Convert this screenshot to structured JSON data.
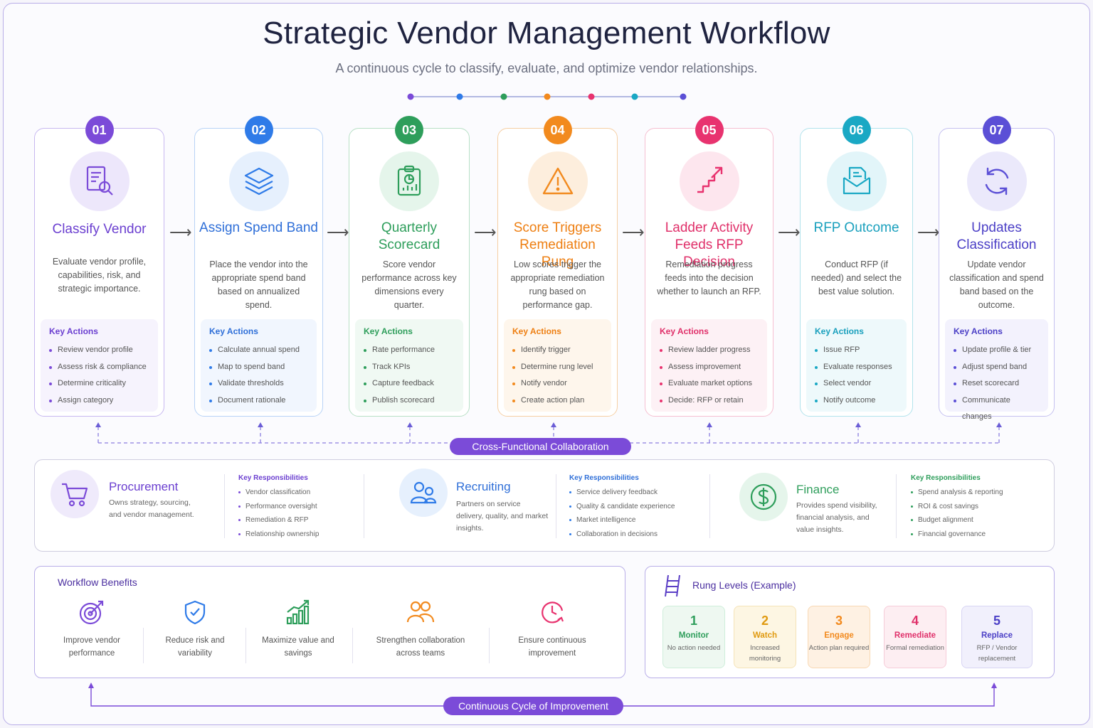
{
  "header": {
    "title": "Strategic Vendor Management Workflow",
    "subtitle": "A continuous cycle to classify, evaluate, and optimize vendor relationships."
  },
  "colors": {
    "purple": "#7b4bd8",
    "blue": "#2f7be8",
    "green": "#2e9e5b",
    "orange": "#f28a1e",
    "pink": "#e8336f",
    "teal": "#1aa8c4",
    "indigo": "#5b4fd6"
  },
  "steps": [
    {
      "num": "01",
      "title": "Classify Vendor",
      "desc": "Evaluate vendor profile, capabilities, risk, and strategic importance.",
      "ka_title": "Key Actions",
      "actions": [
        "Review vendor profile",
        "Assess risk & compliance",
        "Determine criticality",
        "Assign category"
      ],
      "icon": "document-search-icon"
    },
    {
      "num": "02",
      "title": "Assign Spend Band",
      "desc": "Place the vendor into the appropriate spend band based on annualized spend.",
      "ka_title": "Key Actions",
      "actions": [
        "Calculate annual spend",
        "Map to spend band",
        "Validate thresholds",
        "Document rationale"
      ],
      "icon": "layers-icon"
    },
    {
      "num": "03",
      "title": "Quarterly Scorecard",
      "desc": "Score vendor performance across key dimensions every quarter.",
      "ka_title": "Key Actions",
      "actions": [
        "Rate performance",
        "Track KPIs",
        "Capture feedback",
        "Publish scorecard"
      ],
      "icon": "clipboard-chart-icon"
    },
    {
      "num": "04",
      "title": "Score Triggers Remediation Rung",
      "desc": "Low scores trigger the appropriate remediation rung based on performance gap.",
      "ka_title": "Key Actions",
      "actions": [
        "Identify trigger",
        "Determine rung level",
        "Notify vendor",
        "Create action plan"
      ],
      "icon": "warning-icon"
    },
    {
      "num": "05",
      "title": "Ladder Activity Feeds RFP Decision",
      "desc": "Remediation progress feeds into the decision whether to launch an RFP.",
      "ka_title": "Key Actions",
      "actions": [
        "Review ladder progress",
        "Assess improvement",
        "Evaluate market options",
        "Decide: RFP or retain"
      ],
      "icon": "stairs-arrow-icon"
    },
    {
      "num": "06",
      "title": "RFP Outcome",
      "desc": "Conduct RFP (if needed) and select the best value solution.",
      "ka_title": "Key Actions",
      "actions": [
        "Issue RFP",
        "Evaluate responses",
        "Select vendor",
        "Notify outcome"
      ],
      "icon": "envelope-document-icon"
    },
    {
      "num": "07",
      "title": "Updates Classification",
      "desc": "Update vendor classification and spend band based on the outcome.",
      "ka_title": "Key Actions",
      "actions": [
        "Update profile & tier",
        "Adjust spend band",
        "Reset scorecard",
        "Communicate changes"
      ],
      "icon": "refresh-icon"
    }
  ],
  "collab_label": "Cross-Functional Collaboration",
  "teams": [
    {
      "name": "Procurement",
      "desc": "Owns strategy, sourcing, and vendor management.",
      "kr_title": "Key Responsibilities",
      "items": [
        "Vendor classification",
        "Performance oversight",
        "Remediation & RFP",
        "Relationship ownership"
      ],
      "icon": "cart-icon"
    },
    {
      "name": "Recruiting",
      "desc": "Partners on service delivery, quality, and market insights.",
      "kr_title": "Key Responsibilities",
      "items": [
        "Service delivery feedback",
        "Quality & candidate experience",
        "Market intelligence",
        "Collaboration in decisions"
      ],
      "icon": "people-icon"
    },
    {
      "name": "Finance",
      "desc": "Provides spend visibility, financial analysis, and value insights.",
      "kr_title": "Key Responsibilities",
      "items": [
        "Spend analysis & reporting",
        "ROI & cost savings",
        "Budget alignment",
        "Financial governance"
      ],
      "icon": "dollar-icon"
    }
  ],
  "benefits": {
    "title": "Workflow Benefits",
    "items": [
      {
        "label": "Improve vendor performance",
        "icon": "target-icon"
      },
      {
        "label": "Reduce risk and variability",
        "icon": "shield-check-icon"
      },
      {
        "label": "Maximize value and savings",
        "icon": "growth-chart-icon"
      },
      {
        "label": "Strengthen collaboration across teams",
        "icon": "team-icon"
      },
      {
        "label": "Ensure continuous improvement",
        "icon": "clock-icon"
      }
    ]
  },
  "rungs": {
    "title": "Rung Levels (Example)",
    "items": [
      {
        "num": "1",
        "label": "Monitor",
        "desc": "No action needed"
      },
      {
        "num": "2",
        "label": "Watch",
        "desc": "Increased monitoring"
      },
      {
        "num": "3",
        "label": "Engage",
        "desc": "Action plan required"
      },
      {
        "num": "4",
        "label": "Remediate",
        "desc": "Formal remediation"
      },
      {
        "num": "5",
        "label": "Replace",
        "desc": "RFP / Vendor replacement"
      }
    ]
  },
  "cycle_label": "Continuous Cycle of Improvement"
}
